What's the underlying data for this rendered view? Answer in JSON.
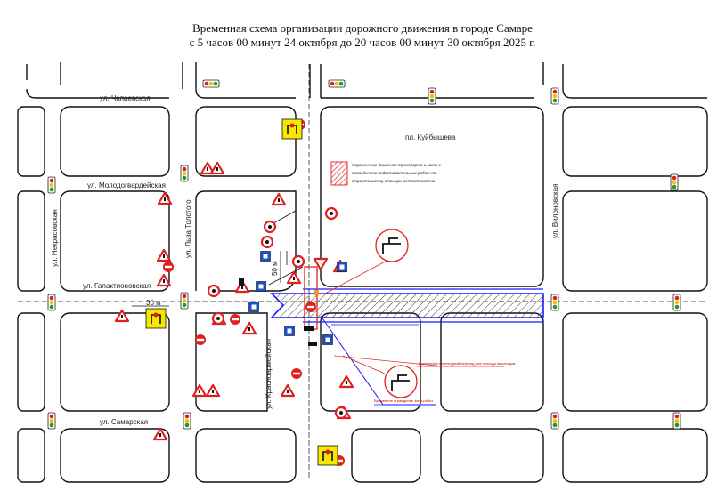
{
  "title": {
    "line1": "Временная схема организации дорожного движения в городе Самаре",
    "line2": "с 5 часов 00 минут 24 октября до 20 часов 00 минут 30 октября 2025 г."
  },
  "streets": {
    "chapaevskaya": "ул. Чапаевская",
    "molodogvardeyskaya": "ул. Молодогвардейская",
    "galaktionovskaya": "ул. Галактионовская",
    "samarskaya": "ул. Самарская",
    "nekrasovskaya": "ул. Некрасовская",
    "lva_tolstogo": "ул. Льва Толстого",
    "krasnoarmeyskaya": "ул. Красноармейская",
    "vilonovskaya": "ул. Вилоновская",
    "square": "пл. Куйбышева"
  },
  "legend": {
    "closure_text": [
      "Ограничение движения транспорта в связи с",
      "проведением подготовительных работ по",
      "строительству станции метрополитена"
    ],
    "hatch_color": "#e0302a"
  },
  "annotations": {
    "dimension_30m": "30 м",
    "dimension_50m": "50 м",
    "temp_crossing": "Временный пешеходный переход для прохода пешеходов",
    "fence_note": "Временное ограждение зоны работ"
  },
  "colors": {
    "road_edge": "#111111",
    "closure_line": "#1a1aff",
    "sign_red": "#e0201c",
    "sign_yellow": "#f6e600",
    "sign_blue": "#1a4fd0",
    "traffic_green": "#1f9d2a",
    "traffic_yellow": "#f3c300",
    "traffic_red": "#e0201c"
  },
  "icons": [
    "traffic-light-icon",
    "no-entry-sign-icon",
    "warning-triangle-icon",
    "detour-sign-icon",
    "pedestrian-crossing-sign-icon",
    "road-works-sign-icon"
  ]
}
